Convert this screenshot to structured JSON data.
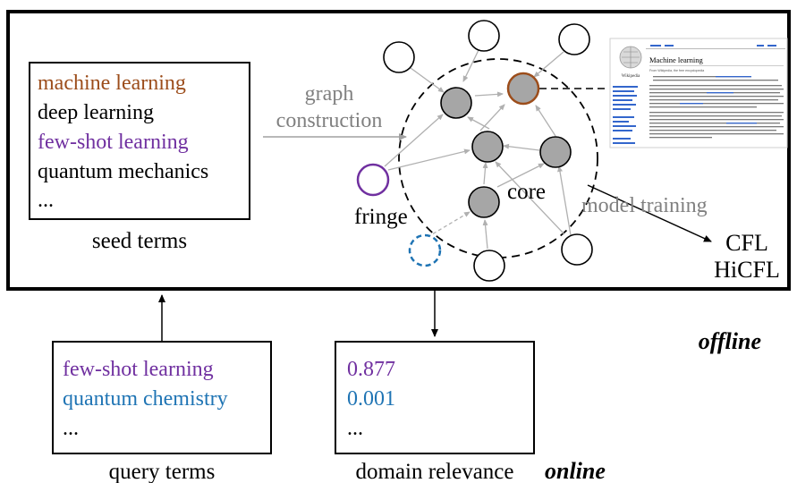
{
  "colors": {
    "brown": "#9c4d1b",
    "purple": "#7030a0",
    "blue": "#1f74b4",
    "gray_text": "#808080",
    "node_fill": "#a6a6a6",
    "black": "#000000"
  },
  "seed_box": {
    "terms": [
      {
        "text": "machine learning",
        "color_key": "brown"
      },
      {
        "text": "deep learning",
        "color_key": "black"
      },
      {
        "text": "few-shot learning",
        "color_key": "purple"
      },
      {
        "text": "quantum mechanics",
        "color_key": "black"
      },
      {
        "text": "...",
        "color_key": "black"
      }
    ],
    "caption": "seed terms"
  },
  "graph": {
    "construction_label_1": "graph",
    "construction_label_2": "construction",
    "core_label": "core",
    "fringe_label": "fringe",
    "model_training_label": "model training",
    "models": [
      "CFL",
      "HiCFL"
    ]
  },
  "wiki_thumbnail": {
    "site": "Wikipedia",
    "article_title": "Machine learning",
    "subtitle": "From Wikipedia, the free encyclopedia"
  },
  "mode_labels": {
    "offline": "offline",
    "online": "online"
  },
  "query_box": {
    "terms": [
      {
        "text": "few-shot learning",
        "color_key": "purple"
      },
      {
        "text": "quantum chemistry",
        "color_key": "blue"
      },
      {
        "text": "...",
        "color_key": "black"
      }
    ],
    "caption": "query terms"
  },
  "relevance_box": {
    "values": [
      {
        "text": "0.877",
        "color_key": "purple"
      },
      {
        "text": "0.001",
        "color_key": "blue"
      },
      {
        "text": "...",
        "color_key": "black"
      }
    ],
    "caption": "domain relevance"
  }
}
